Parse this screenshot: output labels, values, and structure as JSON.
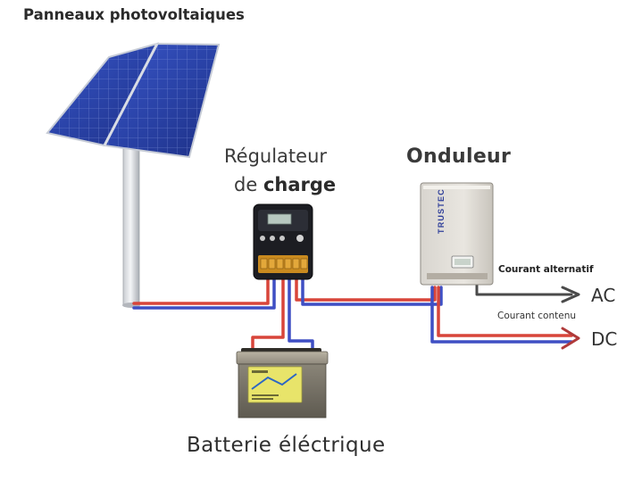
{
  "labels": {
    "title": "Panneaux photovoltaiques",
    "regulator_line1": "Régulateur",
    "regulator_line2_prefix": "de",
    "regulator_line2_bold": "charge",
    "inverter": "Onduleur",
    "alternating_current": "Courant alternatif",
    "direct_current": "Courant contenu",
    "ac": "AC",
    "dc": "DC",
    "battery": "Batterie éléctrique"
  },
  "inverter_brand": "TRUSTEC",
  "colors": {
    "wire_positive": "#d8453a",
    "wire_negative": "#3f4fc4",
    "wire_ac": "#4a4a4a",
    "panel_cell": "#2a43a8",
    "battery_label": "#e8e46a"
  }
}
